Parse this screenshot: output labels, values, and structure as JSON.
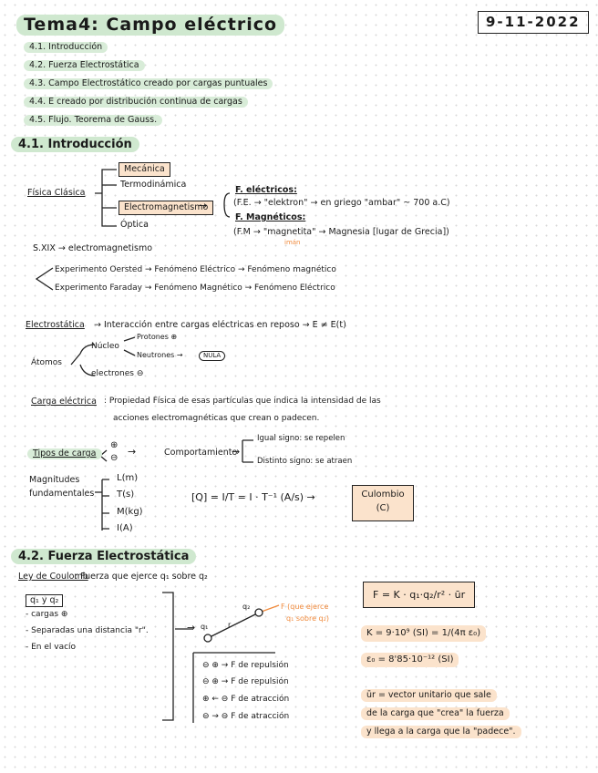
{
  "header": {
    "title": "Tema4: Campo eléctrico",
    "date": "9-11-2022"
  },
  "toc": [
    "4.1. Introducción",
    "4.2. Fuerza Electrostática",
    "4.3. Campo Electrostático creado por cargas puntuales",
    "4.4. E creado por distribución continua de cargas",
    "4.5. Flujo. Teorema de Gauss."
  ],
  "s41": {
    "heading": "4.1. Introducción",
    "fisica_clasica": "Física Clásica",
    "branches": [
      "Mecánica",
      "Termodinámica",
      "Electromagnetismo",
      "Óptica"
    ],
    "f_electricos": "F. eléctricos:",
    "fe_line": "(F.E. → \"elektron\" → en griego \"ambar\" ~ 700 a.C)",
    "f_magneticos": "F. Magnéticos:",
    "fm_line": "(F.M → \"magnetita\" → Magnesia [lugar de Grecia])",
    "iman": "imán",
    "sxix": "S.XIX → electromagnetismo",
    "exp1": "Experimento Oersted → Fenómeno Eléctrico → Fenómeno magnético",
    "exp2": "Experimento Faraday → Fenómeno Magnético → Fenómeno Eléctrico",
    "electrostatica": "Electrostática",
    "electrostatica_rest": "→ Interacción entre cargas eléctricas en reposo → E ≠ E(t)",
    "atomos": "Átomos",
    "nucleo": "Núcleo",
    "protones": "Protones ⊕",
    "neutrones": "Neutrones →",
    "nula": "NULA",
    "electrones": "electrones ⊖",
    "carga_label": "Carga eléctrica",
    "carga_def1": ": Propiedad Física de esas partículas que indica la intensidad de las",
    "carga_def2": "acciones electromagnéticas que crean o padecen.",
    "tipos_label": "Tipos de carga",
    "plus": "⊕",
    "minus": "⊖",
    "comportamiento": "Comportamiento",
    "igual_signo": "Igual signo: se repelen",
    "distinto_signo": "Distinto signo: se atraen",
    "magnitudes1": "Magnitudes",
    "magnitudes2": "fundamentales",
    "mag_list": [
      "L(m)",
      "T(s)",
      "M(kg)",
      "I(A)"
    ],
    "q_formula": "[Q] = I/T = I · T⁻¹ (A/s) →",
    "coulomb1": "Culombio",
    "coulomb2": "(C)"
  },
  "s42": {
    "heading": "4.2. Fuerza Electrostática",
    "ley": "Ley de Coulomb",
    "ley_rest": ": Fuerza que ejerce q₁ sobre q₂",
    "cond_head": "q₁ y q₂",
    "conds": [
      "- cargas ⊕",
      "- Separadas una distancia \"r\".",
      "- En el vacío"
    ],
    "q1": "q₁",
    "q2": "q₂",
    "r": "r",
    "f_note1": "F (que ejerce",
    "f_note2": "q₁ sobre q₂)",
    "cases": [
      "⊖  ⊕ → F de repulsión",
      "⊖  ⊕ → F de repulsión",
      "⊕ ← ⊖  F de atracción",
      "⊖ → ⊖  F de atracción"
    ],
    "formula_main": "F = K · q₁·q₂/r² · ūr",
    "k_val": "K = 9·10⁹ (SI) = 1/(4π ε₀)",
    "eps_val": "ε₀ = 8'85·10⁻¹² (SI)",
    "ur1": "ūr = vector unitario que sale",
    "ur2": "de la carga que \"crea\" la fuerza",
    "ur3": "y llega a la carga que la \"padece\"."
  }
}
